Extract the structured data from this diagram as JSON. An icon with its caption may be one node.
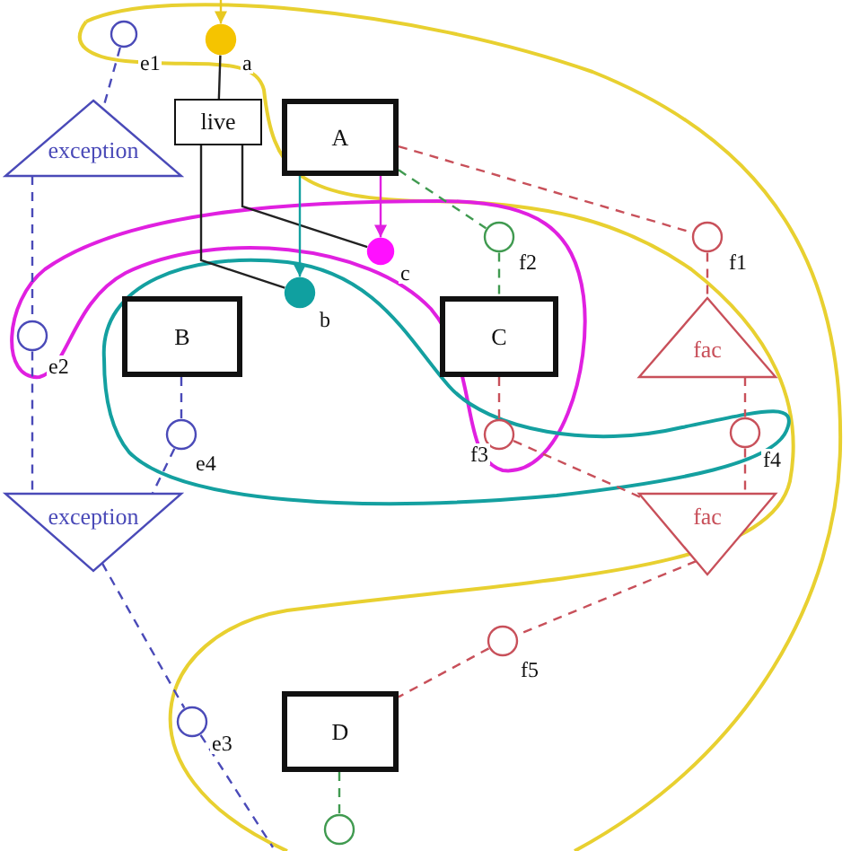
{
  "diagram": {
    "nodes": [
      {
        "text": [],
        "shape": "circle",
        "beside": [
          "e1"
        ]
      },
      {
        "text": [],
        "shape": "circle",
        "beside": [
          "a"
        ]
      },
      {
        "text": [
          "live"
        ]
      },
      {
        "text": [
          "A"
        ]
      },
      {
        "text": [
          "exception"
        ]
      },
      {
        "text": [],
        "shape": "circle",
        "beside": [
          "f2"
        ]
      },
      {
        "text": [],
        "shape": "circle",
        "beside": [
          "f1"
        ]
      },
      {
        "text": [],
        "shape": "circle",
        "beside": [
          "c"
        ]
      },
      {
        "text": [],
        "shape": "circle",
        "beside": [
          "b"
        ]
      },
      {
        "text": [
          "B"
        ]
      },
      {
        "text": [
          "C"
        ]
      },
      {
        "text": [
          "fac"
        ]
      },
      {
        "text": [],
        "shape": "circle",
        "beside": [
          "e2"
        ]
      },
      {
        "text": [],
        "shape": "circle",
        "beside": [
          "e4"
        ]
      },
      {
        "text": [],
        "shape": "circle",
        "beside": [
          "f3"
        ]
      },
      {
        "text": [],
        "shape": "circle",
        "beside": [
          "f4"
        ]
      },
      {
        "text": [
          "exception"
        ]
      },
      {
        "text": [
          "fac"
        ]
      },
      {
        "text": [],
        "shape": "circle",
        "beside": [
          "f5"
        ]
      },
      {
        "text": [
          "D"
        ]
      },
      {
        "text": [],
        "shape": "circle",
        "beside": [
          "e3"
        ]
      },
      {
        "text": [],
        "shape": "circle"
      }
    ],
    "edges": [
      {
        "from": null,
        "to": 1,
        "arrow": "to",
        "color": "#e8c820"
      },
      {
        "from": 1,
        "to": 2,
        "arrow": "none",
        "color": "#222222"
      },
      {
        "from": 2,
        "to": 8,
        "arrow": "none",
        "color": "#222222"
      },
      {
        "from": 2,
        "to": 7,
        "arrow": "none",
        "color": "#222222"
      },
      {
        "from": 3,
        "to": 8,
        "arrow": "to",
        "color": "#14a0a0"
      },
      {
        "from": 3,
        "to": 7,
        "arrow": "to",
        "color": "#e020e0"
      },
      {
        "from": 3,
        "to": 5,
        "arrow": "none",
        "style": "dashed",
        "color": "#409a50"
      },
      {
        "from": 3,
        "to": 6,
        "arrow": "none",
        "style": "dashed"
      },
      {
        "from": 0,
        "to": 4,
        "arrow": "none",
        "style": "dashed",
        "color": "#4a4ab8"
      },
      {
        "from": 4,
        "to": 12,
        "arrow": "none",
        "style": "dashed",
        "color": "#4a4ab8"
      },
      {
        "from": 12,
        "to": 16,
        "arrow": "none",
        "style": "dashed",
        "color": "#4a4ab8"
      },
      {
        "from": 9,
        "to": 13,
        "arrow": "none",
        "style": "dashed",
        "color": "#4a4ab8"
      },
      {
        "from": 13,
        "to": 16,
        "arrow": "none",
        "style": "dashed",
        "color": "#4a4ab8"
      },
      {
        "from": 16,
        "to": 20,
        "arrow": "none",
        "style": "dashed",
        "color": "#4a4ab8"
      },
      {
        "from": 20,
        "to": null,
        "arrow": "none",
        "style": "dashed",
        "color": "#4a4ab8"
      },
      {
        "from": 5,
        "to": 10,
        "arrow": "none",
        "style": "dashed",
        "color": "#409a50"
      },
      {
        "from": 10,
        "to": 14,
        "arrow": "none",
        "style": "dashed"
      },
      {
        "from": 14,
        "to": 17,
        "arrow": "none",
        "style": "dashed"
      },
      {
        "from": 6,
        "to": 11,
        "arrow": "none",
        "style": "dashed"
      },
      {
        "from": 11,
        "to": 15,
        "arrow": "none",
        "style": "dashed"
      },
      {
        "from": 15,
        "to": 17,
        "arrow": "none",
        "style": "dashed"
      },
      {
        "from": 17,
        "to": 18,
        "arrow": "none",
        "style": "dashed"
      },
      {
        "from": 18,
        "to": 19,
        "arrow": "none",
        "style": "dashed"
      },
      {
        "from": 19,
        "to": 21,
        "arrow": "none",
        "style": "dashed",
        "color": "#409a50"
      }
    ]
  }
}
